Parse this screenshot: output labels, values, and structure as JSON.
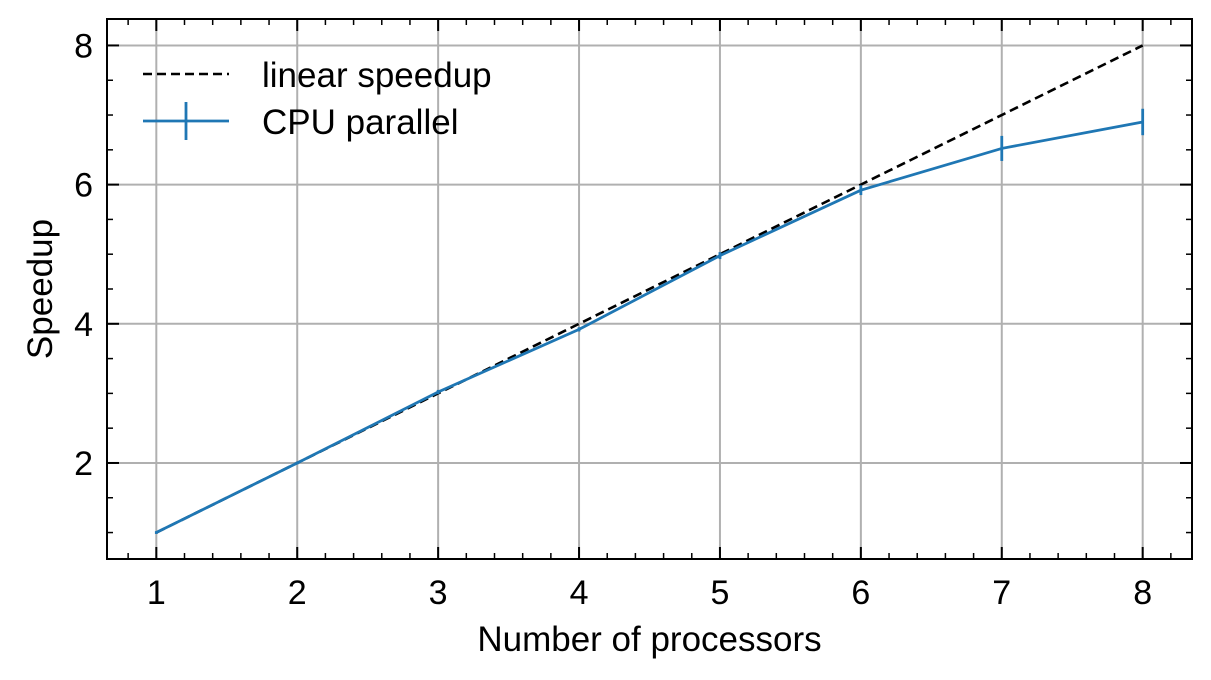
{
  "chart_data": {
    "type": "line",
    "xlabel": "Number of processors",
    "ylabel": "Speedup",
    "xlim": [
      0.65,
      8.35
    ],
    "ylim": [
      0.62,
      8.38
    ],
    "xticks": [
      1,
      2,
      3,
      4,
      5,
      6,
      7,
      8
    ],
    "yticks": [
      2,
      4,
      6,
      8
    ],
    "grid": true,
    "legend_position": "top-left",
    "series": [
      {
        "name": "linear speedup",
        "style": "dashed",
        "color": "#000000",
        "x": [
          1,
          2,
          3,
          4,
          5,
          6,
          7,
          8
        ],
        "y": [
          1,
          2,
          3,
          4,
          5,
          6,
          7,
          8
        ]
      },
      {
        "name": "CPU parallel",
        "style": "solid-errorbar",
        "color": "#1f77b4",
        "x": [
          1,
          2,
          3,
          4,
          5,
          6,
          7,
          8
        ],
        "y": [
          1.0,
          2.0,
          3.02,
          3.92,
          4.98,
          5.92,
          6.52,
          6.9
        ],
        "yerr": [
          0.02,
          0.02,
          0.03,
          0.03,
          0.05,
          0.07,
          0.18,
          0.19
        ]
      }
    ]
  }
}
